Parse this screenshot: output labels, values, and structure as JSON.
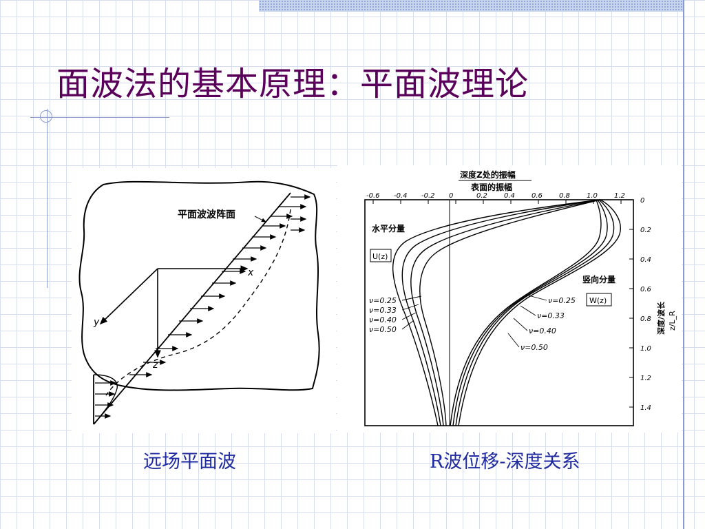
{
  "slide": {
    "title": "面波法的基本原理：平面波理论"
  },
  "left_figure": {
    "wavefront_label": "平面波波阵面",
    "axis_x": "x",
    "axis_y": "y",
    "axis_z": "z",
    "caption": "远场平面波"
  },
  "right_figure": {
    "top_label_line1": "深度Z处的振幅",
    "top_label_line2": "表面的振幅",
    "x_ticks": [
      "-0.6",
      "-0.4",
      "-0.2",
      "0",
      "0.2",
      "0.4",
      "0.6",
      "0.8",
      "1.0",
      "1.2"
    ],
    "y_ticks": [
      "0",
      "0.2",
      "0.4",
      "0.6",
      "0.8",
      "1.0",
      "1.2",
      "1.4"
    ],
    "horizontal_label": "水平分量",
    "horizontal_func": "U(z)",
    "vertical_label": "竖向分量",
    "vertical_func": "W(z)",
    "y_axis_label": "深度/波长",
    "y_axis_ratio": "z/L_R",
    "nu_left": [
      "ν=0.25",
      "ν=0.33",
      "ν=0.40",
      "ν=0.50"
    ],
    "nu_right": [
      "ν=0.25",
      "ν=0.33",
      "ν=0.40",
      "ν=0.50"
    ],
    "caption": "R波位移-深度关系"
  }
}
